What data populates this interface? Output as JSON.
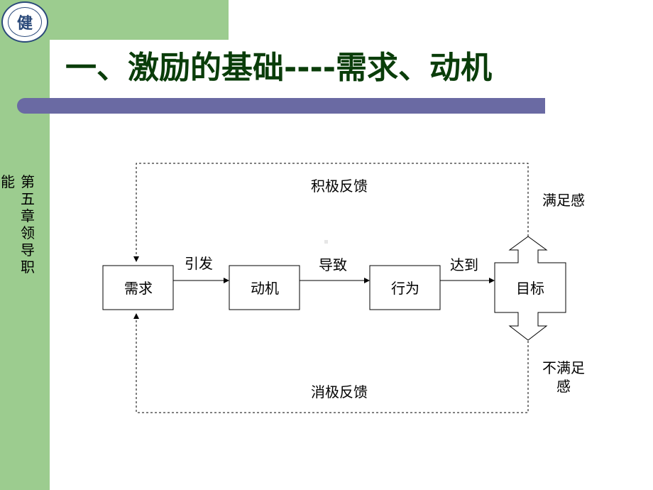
{
  "title": "一、激励的基础----需求、动机",
  "chapter_side_text": "第五章　领导职",
  "chapter_side_text_cut": "能",
  "logo": {
    "mark": "健",
    "description": "university emblem"
  },
  "diagram": {
    "nodes": [
      "需求",
      "动机",
      "行为",
      "目标"
    ],
    "edges": [
      "引发",
      "导致",
      "达到"
    ],
    "positive_feedback": "积极反馈",
    "negative_feedback": "消极反馈",
    "satisfied": "满足感",
    "unsatisfied_line1": "不满足",
    "unsatisfied_line2": "感"
  },
  "colors": {
    "sidebar": "#9ccc8f",
    "title_bar": "#6a6aa3",
    "title_text": "#0a3d0a"
  }
}
